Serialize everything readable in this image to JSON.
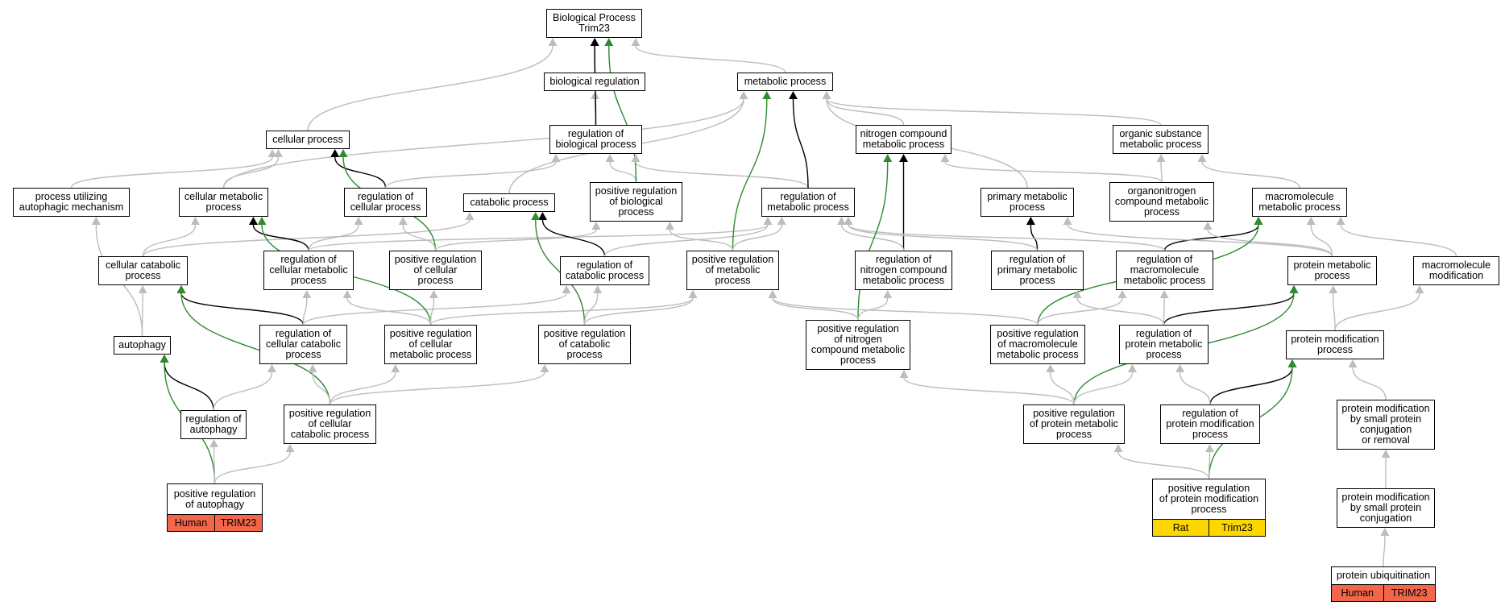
{
  "colors": {
    "edge_default": "#bdbdbd",
    "edge_direct": "#000000",
    "edge_positive": "#2e8b2e",
    "species_human": "#f4664a",
    "species_rat": "#ffd700"
  },
  "nodes": [
    {
      "id": "root",
      "name": "biological-process-trim23-node",
      "label": "Biological Process\nTrim23"
    },
    {
      "id": "bioreg",
      "name": "biological-regulation-node",
      "label": "biological regulation"
    },
    {
      "id": "metab",
      "name": "metabolic-process-node",
      "label": "metabolic process"
    },
    {
      "id": "cellproc",
      "name": "cellular-process-node",
      "label": "cellular process"
    },
    {
      "id": "regbio",
      "name": "regulation-of-biological-process-node",
      "label": "regulation of\nbiological process"
    },
    {
      "id": "nitro",
      "name": "nitrogen-compound-metabolic-process-node",
      "label": "nitrogen compound\nmetabolic process"
    },
    {
      "id": "orgsub",
      "name": "organic-substance-metabolic-process-node",
      "label": "organic substance\nmetabolic process"
    },
    {
      "id": "autophmech",
      "name": "process-utilizing-autophagic-mechanism-node",
      "label": "process utilizing\nautophagic mechanism"
    },
    {
      "id": "cellmet",
      "name": "cellular-metabolic-process-node",
      "label": "cellular metabolic\nprocess"
    },
    {
      "id": "regcell",
      "name": "regulation-of-cellular-process-node",
      "label": "regulation of\ncellular process"
    },
    {
      "id": "catab",
      "name": "catabolic-process-node",
      "label": "catabolic process"
    },
    {
      "id": "posregbio",
      "name": "positive-regulation-of-biological-process-node",
      "label": "positive regulation\nof biological\nprocess"
    },
    {
      "id": "regmet",
      "name": "regulation-of-metabolic-process-node",
      "label": "regulation of\nmetabolic process"
    },
    {
      "id": "primmet",
      "name": "primary-metabolic-process-node",
      "label": "primary metabolic\nprocess"
    },
    {
      "id": "orgnitro",
      "name": "organonitrogen-compound-metabolic-process-node",
      "label": "organonitrogen\ncompound metabolic\nprocess"
    },
    {
      "id": "macromet",
      "name": "macromolecule-metabolic-process-node",
      "label": "macromolecule\nmetabolic process"
    },
    {
      "id": "cellcat",
      "name": "cellular-catabolic-process-node",
      "label": "cellular catabolic\nprocess"
    },
    {
      "id": "regcellmet",
      "name": "regulation-of-cellular-metabolic-process-node",
      "label": "regulation of\ncellular metabolic\nprocess"
    },
    {
      "id": "posregcell",
      "name": "positive-regulation-of-cellular-process-node",
      "label": "positive regulation\nof cellular\nprocess"
    },
    {
      "id": "regcat",
      "name": "regulation-of-catabolic-process-node",
      "label": "regulation of\ncatabolic process"
    },
    {
      "id": "posregmet",
      "name": "positive-regulation-of-metabolic-process-node",
      "label": "positive regulation\nof metabolic\nprocess"
    },
    {
      "id": "regnitro",
      "name": "regulation-of-nitrogen-compound-metabolic-process-node",
      "label": "regulation of\nnitrogen compound\nmetabolic process"
    },
    {
      "id": "regprim",
      "name": "regulation-of-primary-metabolic-process-node",
      "label": "regulation of\nprimary metabolic\nprocess"
    },
    {
      "id": "regmacro",
      "name": "regulation-of-macromolecule-metabolic-process-node",
      "label": "regulation of\nmacromolecule\nmetabolic process"
    },
    {
      "id": "protmet",
      "name": "protein-metabolic-process-node",
      "label": "protein metabolic\nprocess"
    },
    {
      "id": "macromod",
      "name": "macromolecule-modification-node",
      "label": "macromolecule\nmodification"
    },
    {
      "id": "autoph",
      "name": "autophagy-node",
      "label": "autophagy"
    },
    {
      "id": "regcellcat",
      "name": "regulation-of-cellular-catabolic-process-node",
      "label": "regulation of\ncellular catabolic\nprocess"
    },
    {
      "id": "posregcellmet",
      "name": "positive-regulation-of-cellular-metabolic-process-node",
      "label": "positive regulation\nof cellular\nmetabolic process"
    },
    {
      "id": "posregcat",
      "name": "positive-regulation-of-catabolic-process-node",
      "label": "positive regulation\nof catabolic\nprocess"
    },
    {
      "id": "posregnitro",
      "name": "positive-regulation-of-nitrogen-compound-metabolic-process-node",
      "label": "positive regulation\nof nitrogen\ncompound metabolic\nprocess"
    },
    {
      "id": "posregmacro",
      "name": "positive-regulation-of-macromolecule-metabolic-process-node",
      "label": "positive regulation\nof macromolecule\nmetabolic process"
    },
    {
      "id": "regprotmet",
      "name": "regulation-of-protein-metabolic-process-node",
      "label": "regulation of\nprotein metabolic\nprocess"
    },
    {
      "id": "protmod",
      "name": "protein-modification-process-node",
      "label": "protein modification\nprocess"
    },
    {
      "id": "regautoph",
      "name": "regulation-of-autophagy-node",
      "label": "regulation of\nautophagy"
    },
    {
      "id": "posregcellcat",
      "name": "positive-regulation-of-cellular-catabolic-process-node",
      "label": "positive regulation\nof cellular\ncatabolic process"
    },
    {
      "id": "posregprotmet",
      "name": "positive-regulation-of-protein-metabolic-process-node",
      "label": "positive regulation\nof protein metabolic\nprocess"
    },
    {
      "id": "regprotmod",
      "name": "regulation-of-protein-modification-process-node",
      "label": "regulation of\nprotein modification\nprocess"
    },
    {
      "id": "protmodsmall",
      "name": "protein-modification-by-small-protein-conjugation-or-removal-node",
      "label": "protein modification\nby small protein\nconjugation\nor removal"
    },
    {
      "id": "posregautoph",
      "name": "positive-regulation-of-autophagy-node",
      "label": "positive regulation\nof autophagy",
      "species": "Human",
      "gene": "TRIM23",
      "annot_color": "#f4664a"
    },
    {
      "id": "posregprotmod",
      "name": "positive-regulation-of-protein-modification-process-node",
      "label": "positive regulation\nof protein modification\nprocess",
      "species": "Rat",
      "gene": "Trim23",
      "annot_color": "#ffd700"
    },
    {
      "id": "protmodconj",
      "name": "protein-modification-by-small-protein-conjugation-node",
      "label": "protein modification\nby small protein\nconjugation"
    },
    {
      "id": "protubiq",
      "name": "protein-ubiquitination-node",
      "label": "protein ubiquitination",
      "species": "Human",
      "gene": "TRIM23",
      "annot_color": "#f4664a"
    }
  ],
  "edges": [
    {
      "from": "bioreg",
      "to": "root",
      "type": "default"
    },
    {
      "from": "metab",
      "to": "root",
      "type": "default"
    },
    {
      "from": "cellproc",
      "to": "root",
      "type": "default"
    },
    {
      "from": "regbio",
      "to": "bioreg",
      "type": "default"
    },
    {
      "from": "regbio",
      "to": "root",
      "type": "direct"
    },
    {
      "from": "nitro",
      "to": "metab",
      "type": "default"
    },
    {
      "from": "orgsub",
      "to": "metab",
      "type": "default"
    },
    {
      "from": "autophmech",
      "to": "cellproc",
      "type": "default"
    },
    {
      "from": "cellmet",
      "to": "cellproc",
      "type": "default"
    },
    {
      "from": "cellmet",
      "to": "metab",
      "type": "default"
    },
    {
      "from": "regcell",
      "to": "cellproc",
      "type": "direct"
    },
    {
      "from": "regcell",
      "to": "regbio",
      "type": "default"
    },
    {
      "from": "catab",
      "to": "metab",
      "type": "default"
    },
    {
      "from": "posregbio",
      "to": "regbio",
      "type": "default"
    },
    {
      "from": "posregbio",
      "to": "root",
      "type": "positive"
    },
    {
      "from": "regmet",
      "to": "regbio",
      "type": "default"
    },
    {
      "from": "regmet",
      "to": "metab",
      "type": "direct"
    },
    {
      "from": "primmet",
      "to": "metab",
      "type": "default"
    },
    {
      "from": "orgnitro",
      "to": "nitro",
      "type": "default"
    },
    {
      "from": "orgnitro",
      "to": "orgsub",
      "type": "default"
    },
    {
      "from": "macromet",
      "to": "orgsub",
      "type": "default"
    },
    {
      "from": "cellcat",
      "to": "cellmet",
      "type": "default"
    },
    {
      "from": "cellcat",
      "to": "catab",
      "type": "default"
    },
    {
      "from": "regcellmet",
      "to": "cellmet",
      "type": "direct"
    },
    {
      "from": "regcellmet",
      "to": "regcell",
      "type": "default"
    },
    {
      "from": "regcellmet",
      "to": "regmet",
      "type": "default"
    },
    {
      "from": "posregcell",
      "to": "cellproc",
      "type": "positive"
    },
    {
      "from": "posregcell",
      "to": "regcell",
      "type": "default"
    },
    {
      "from": "posregcell",
      "to": "posregbio",
      "type": "default"
    },
    {
      "from": "regcat",
      "to": "catab",
      "type": "direct"
    },
    {
      "from": "regcat",
      "to": "regmet",
      "type": "default"
    },
    {
      "from": "posregmet",
      "to": "metab",
      "type": "positive"
    },
    {
      "from": "posregmet",
      "to": "regmet",
      "type": "default"
    },
    {
      "from": "posregmet",
      "to": "posregbio",
      "type": "default"
    },
    {
      "from": "regnitro",
      "to": "nitro",
      "type": "direct"
    },
    {
      "from": "regnitro",
      "to": "regmet",
      "type": "default"
    },
    {
      "from": "regprim",
      "to": "primmet",
      "type": "direct"
    },
    {
      "from": "regprim",
      "to": "regmet",
      "type": "default"
    },
    {
      "from": "regmacro",
      "to": "macromet",
      "type": "direct"
    },
    {
      "from": "regmacro",
      "to": "regmet",
      "type": "default"
    },
    {
      "from": "protmet",
      "to": "macromet",
      "type": "default"
    },
    {
      "from": "protmet",
      "to": "primmet",
      "type": "default"
    },
    {
      "from": "protmet",
      "to": "orgnitro",
      "type": "default"
    },
    {
      "from": "macromod",
      "to": "macromet",
      "type": "default"
    },
    {
      "from": "autoph",
      "to": "cellcat",
      "type": "default"
    },
    {
      "from": "autoph",
      "to": "autophmech",
      "type": "default"
    },
    {
      "from": "regcellcat",
      "to": "cellcat",
      "type": "direct"
    },
    {
      "from": "regcellcat",
      "to": "regcellmet",
      "type": "default"
    },
    {
      "from": "regcellcat",
      "to": "regcat",
      "type": "default"
    },
    {
      "from": "posregcellmet",
      "to": "cellmet",
      "type": "positive"
    },
    {
      "from": "posregcellmet",
      "to": "regcellmet",
      "type": "default"
    },
    {
      "from": "posregcellmet",
      "to": "posregcell",
      "type": "default"
    },
    {
      "from": "posregcellmet",
      "to": "posregmet",
      "type": "default"
    },
    {
      "from": "posregcat",
      "to": "catab",
      "type": "positive"
    },
    {
      "from": "posregcat",
      "to": "regcat",
      "type": "default"
    },
    {
      "from": "posregcat",
      "to": "posregmet",
      "type": "default"
    },
    {
      "from": "posregnitro",
      "to": "nitro",
      "type": "positive"
    },
    {
      "from": "posregnitro",
      "to": "regnitro",
      "type": "default"
    },
    {
      "from": "posregnitro",
      "to": "posregmet",
      "type": "default"
    },
    {
      "from": "posregmacro",
      "to": "macromet",
      "type": "positive"
    },
    {
      "from": "posregmacro",
      "to": "regmacro",
      "type": "default"
    },
    {
      "from": "posregmacro",
      "to": "posregmet",
      "type": "default"
    },
    {
      "from": "regprotmet",
      "to": "protmet",
      "type": "direct"
    },
    {
      "from": "regprotmet",
      "to": "regmacro",
      "type": "default"
    },
    {
      "from": "regprotmet",
      "to": "regprim",
      "type": "default"
    },
    {
      "from": "protmod",
      "to": "protmet",
      "type": "default"
    },
    {
      "from": "protmod",
      "to": "macromod",
      "type": "default"
    },
    {
      "from": "regautoph",
      "to": "autoph",
      "type": "direct"
    },
    {
      "from": "regautoph",
      "to": "regcellcat",
      "type": "default"
    },
    {
      "from": "posregcellcat",
      "to": "cellcat",
      "type": "positive"
    },
    {
      "from": "posregcellcat",
      "to": "regcellcat",
      "type": "default"
    },
    {
      "from": "posregcellcat",
      "to": "posregcellmet",
      "type": "default"
    },
    {
      "from": "posregcellcat",
      "to": "posregcat",
      "type": "default"
    },
    {
      "from": "posregprotmet",
      "to": "protmet",
      "type": "positive"
    },
    {
      "from": "posregprotmet",
      "to": "regprotmet",
      "type": "default"
    },
    {
      "from": "posregprotmet",
      "to": "posregmacro",
      "type": "default"
    },
    {
      "from": "posregprotmet",
      "to": "posregnitro",
      "type": "default"
    },
    {
      "from": "regprotmod",
      "to": "protmod",
      "type": "direct"
    },
    {
      "from": "regprotmod",
      "to": "regprotmet",
      "type": "default"
    },
    {
      "from": "protmodsmall",
      "to": "protmod",
      "type": "default"
    },
    {
      "from": "posregautoph",
      "to": "autoph",
      "type": "positive"
    },
    {
      "from": "posregautoph",
      "to": "regautoph",
      "type": "default"
    },
    {
      "from": "posregautoph",
      "to": "posregcellcat",
      "type": "default"
    },
    {
      "from": "posregprotmod",
      "to": "protmod",
      "type": "positive"
    },
    {
      "from": "posregprotmod",
      "to": "regprotmod",
      "type": "default"
    },
    {
      "from": "posregprotmod",
      "to": "posregprotmet",
      "type": "default"
    },
    {
      "from": "protmodconj",
      "to": "protmodsmall",
      "type": "default"
    },
    {
      "from": "protubiq",
      "to": "protmodconj",
      "type": "default"
    }
  ]
}
